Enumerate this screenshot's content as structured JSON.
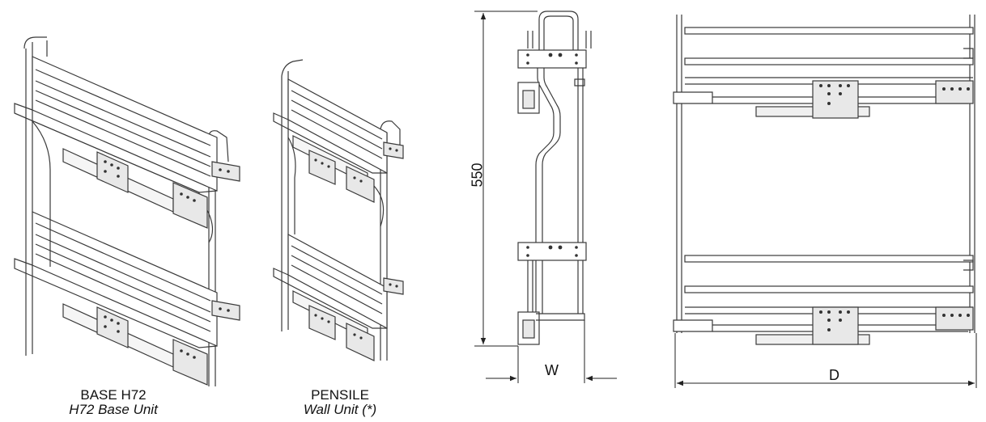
{
  "labels": {
    "base": {
      "title": "BASE H72",
      "subtitle": "H72 Base Unit"
    },
    "wall": {
      "title": "PENSILE",
      "subtitle": "Wall Unit (*)"
    }
  },
  "dimensions": {
    "height": "550",
    "width": "W",
    "depth": "D"
  },
  "colors": {
    "line": "#3a3a3a",
    "fill": "#ffffff",
    "plate": "#e8e8e8"
  }
}
